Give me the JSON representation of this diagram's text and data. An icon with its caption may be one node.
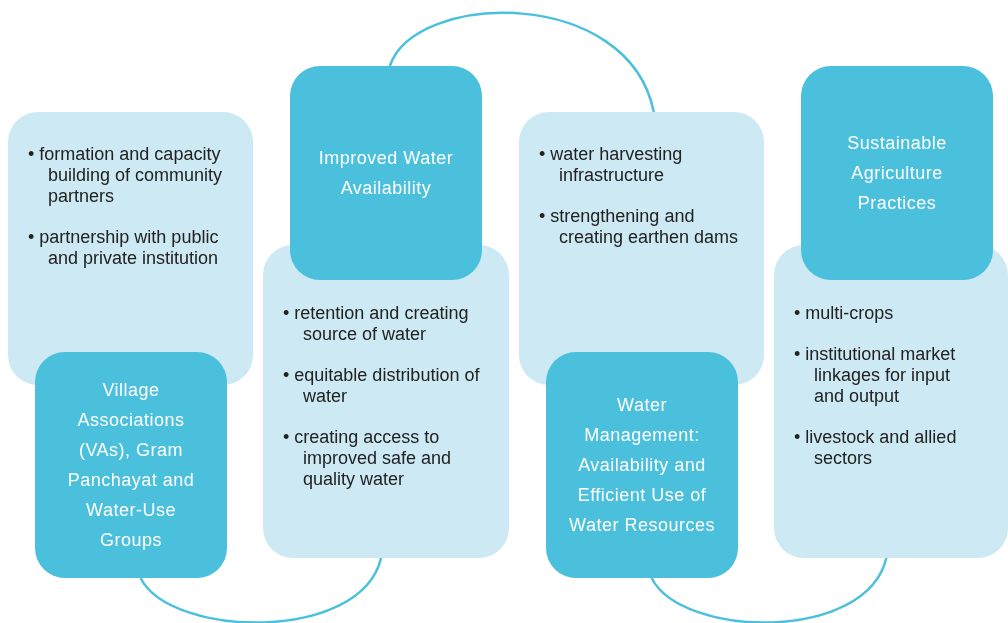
{
  "diagram": {
    "nodes": [
      {
        "text": [
          "• formation and capacity building of community partners",
          "• partnership with public and private institution"
        ]
      },
      {
        "text": [
          "Village Associations (VAs), Gram Panchayat and Water-Use Groups"
        ]
      },
      {
        "text": [
          "Improved Water Availability"
        ]
      },
      {
        "text": [
          "• retention and creating source of water",
          "• equitable distribution of water",
          "• creating access to improved safe and quality water"
        ]
      },
      {
        "text": [
          "• water harvesting infrastructure",
          "• strengthening and creating earthen dams"
        ]
      },
      {
        "text": [
          "Water Management: Availability and Efficient Use of Water Resources"
        ]
      },
      {
        "text": [
          "Sustainable Agriculture Practices"
        ]
      },
      {
        "text": [
          "• multi-crops",
          "• institutional market linkages for input and output",
          "• livestock and allied sectors"
        ]
      }
    ],
    "edges": [
      {
        "from": 2,
        "to": 4,
        "arrow": "none"
      },
      {
        "from": 1,
        "to": 3,
        "arrow": "none"
      },
      {
        "from": 5,
        "to": 7,
        "arrow": "none"
      }
    ]
  }
}
